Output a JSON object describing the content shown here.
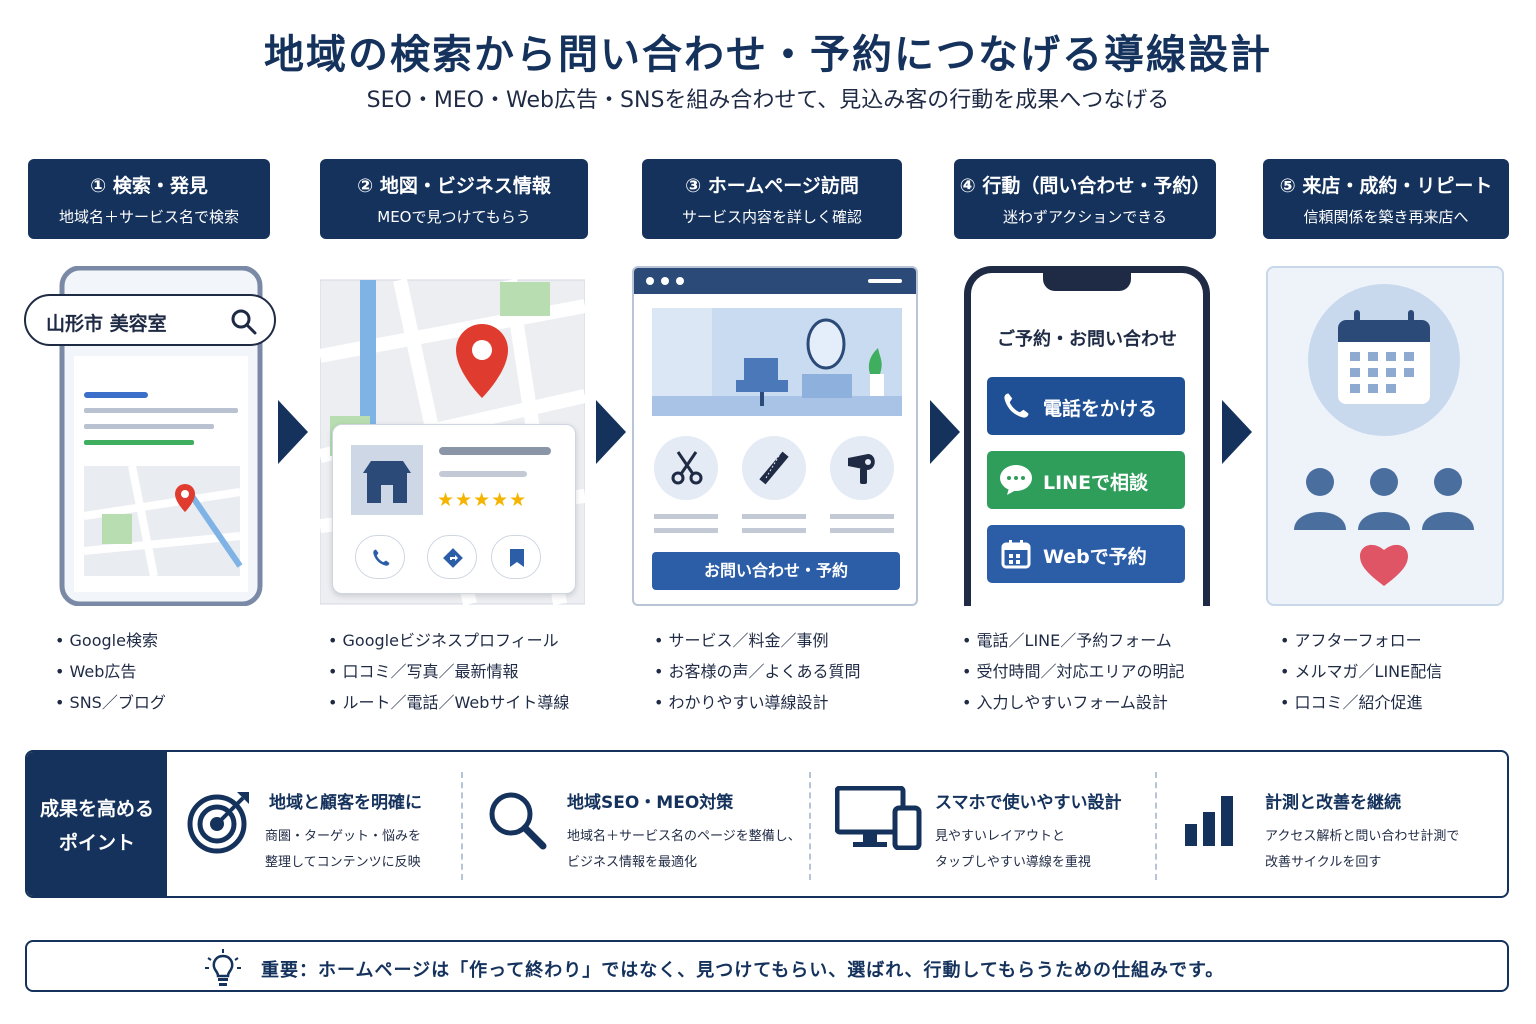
{
  "title": "地域の検索から問い合わせ・予約につなげる導線設計",
  "subtitle": "SEO・MEO・Web広告・SNSを組み合わせて、見込み客の行動を成果へつなげる",
  "colors": {
    "navy": "#14325c",
    "blue": "#2c5ea8",
    "green": "#2f9e5b",
    "red": "#e03b2f",
    "star": "#f4b400"
  },
  "steps": [
    {
      "title": "① 検索・発見",
      "sub": "地域名＋サービス名で検索",
      "bullets": [
        "Google検索",
        "Web広告",
        "SNS／ブログ"
      ]
    },
    {
      "title": "② 地図・ビジネス情報",
      "sub": "MEOで見つけてもらう",
      "bullets": [
        "Googleビジネスプロフィール",
        "口コミ／写真／最新情報",
        "ルート／電話／Webサイト導線"
      ]
    },
    {
      "title": "③ ホームページ訪問",
      "sub": "サービス内容を詳しく確認",
      "bullets": [
        "サービス／料金／事例",
        "お客様の声／よくある質問",
        "わかりやすい導線設計"
      ]
    },
    {
      "title": "④ 行動（問い合わせ・予約）",
      "sub": "迷わずアクションできる",
      "bullets": [
        "電話／LINE／予約フォーム",
        "受付時間／対応エリアの明記",
        "入力しやすいフォーム設計"
      ]
    },
    {
      "title": "⑤ 来店・成約・リピート",
      "sub": "信頼関係を築き再来店へ",
      "bullets": [
        "アフターフォロー",
        "メルマガ／LINE配信",
        "口コミ／紹介促進"
      ]
    }
  ],
  "search_query": "山形市 美容室",
  "stars": "★★★★★",
  "hp_cta": "お問い合わせ・予約",
  "phone_screen": {
    "heading": "ご予約・お問い合わせ",
    "buttons": [
      "電話をかける",
      "LINEで相談",
      "Webで予約"
    ]
  },
  "icons": {
    "search": "search-icon",
    "map_pin": "map-pin-icon",
    "store": "store-icon",
    "phone": "phone-icon",
    "route": "route-icon",
    "bookmark": "bookmark-icon",
    "scissors": "scissors-icon",
    "comb": "comb-icon",
    "dryer": "hair-dryer-icon",
    "line": "chat-bubble-icon",
    "calendar": "calendar-icon",
    "people": "people-icon",
    "heart": "heart-icon",
    "target": "target-icon",
    "devices": "devices-icon",
    "bar_chart": "bar-chart-icon",
    "bulb": "lightbulb-icon"
  },
  "points": {
    "label_line1": "成果を高める",
    "label_line2": "ポイント",
    "items": [
      {
        "title": "地域と顧客を明確に",
        "line1": "商圏・ターゲット・悩みを",
        "line2": "整理してコンテンツに反映"
      },
      {
        "title": "地域SEO・MEO対策",
        "line1": "地域名＋サービス名のページを整備し、",
        "line2": "ビジネス情報を最適化"
      },
      {
        "title": "スマホで使いやすい設計",
        "line1": "見やすいレイアウトと",
        "line2": "タップしやすい導線を重視"
      },
      {
        "title": "計測と改善を継続",
        "line1": "アクセス解析と問い合わせ計測で",
        "line2": "改善サイクルを回す"
      }
    ]
  },
  "note": "重要：ホームページは「作って終わり」ではなく、見つけてもらい、選ばれ、行動してもらうための仕組みです。"
}
